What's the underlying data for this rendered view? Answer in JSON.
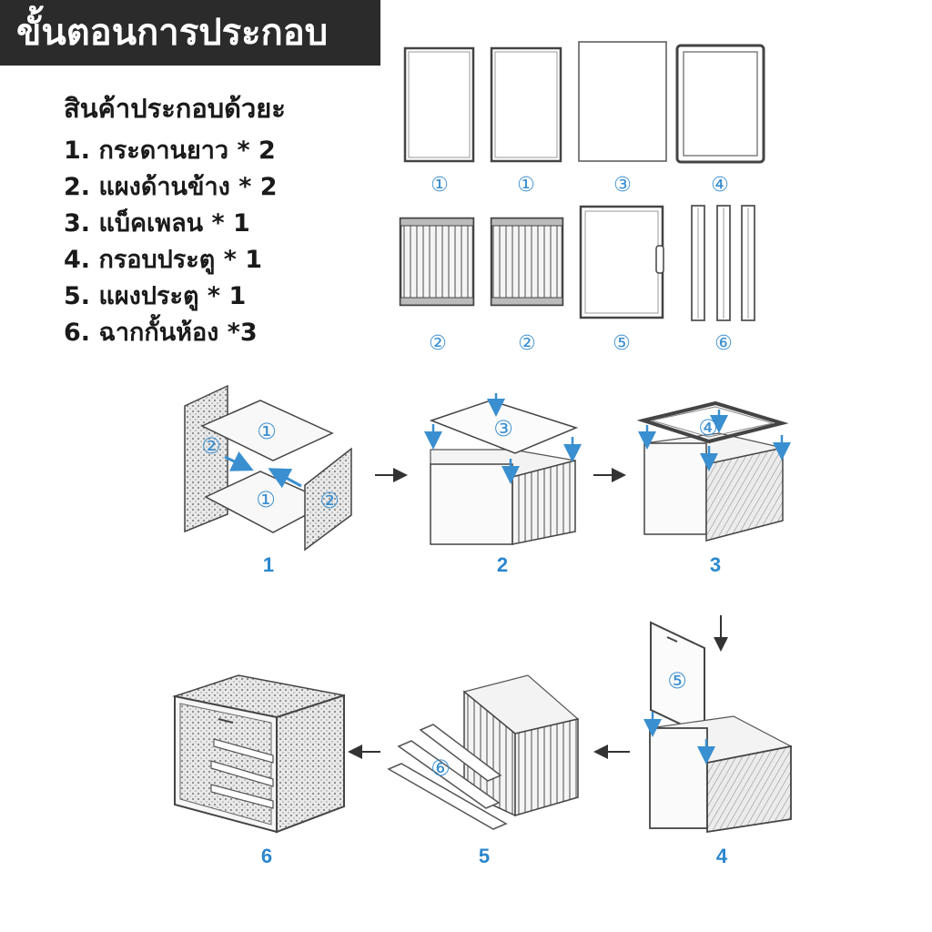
{
  "title": "ขั้นตอนการประกอบ",
  "parts_heading": "สินค้าประกอบด้วยะ",
  "parts_list": [
    "1. กระดานยาว * 2",
    "2. แผงด้านข้าง * 2",
    "3. แบ็คเพลน * 1",
    "4. กรอบประตู * 1",
    "5. แผงประตู * 1",
    "6. ฉากกั้นห้อง *3"
  ],
  "part_labels": {
    "long_board": "①",
    "side_panel": "②",
    "back_panel": "③",
    "door_frame": "④",
    "door_panel": "⑤",
    "divider": "⑥"
  },
  "step_numbers": [
    "1",
    "2",
    "3",
    "4",
    "5",
    "6"
  ],
  "colors": {
    "banner_bg": "#2b2b2b",
    "accent_blue": "#3a8fd0",
    "line_gray": "#555555"
  }
}
